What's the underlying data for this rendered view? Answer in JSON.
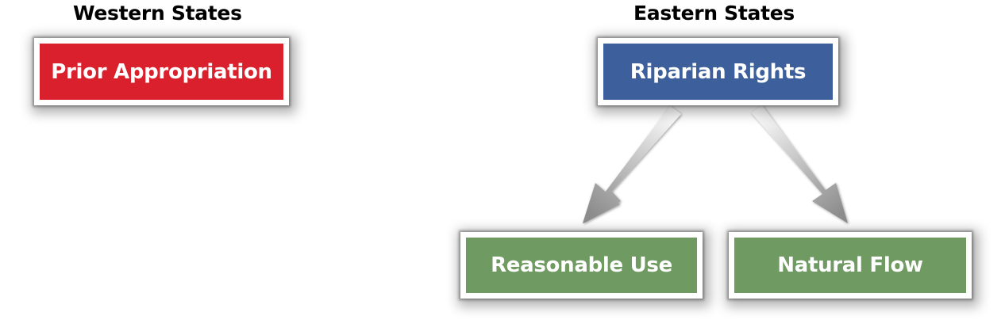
{
  "headings": {
    "western": "Western States",
    "eastern": "Eastern States"
  },
  "nodes": {
    "prior_appropriation": {
      "label": "Prior Appropriation",
      "color": "#d9202c"
    },
    "riparian_rights": {
      "label": "Riparian Rights",
      "color": "#3d5f9b"
    },
    "reasonable_use": {
      "label": "Reasonable Use",
      "color": "#6f9a62"
    },
    "natural_flow": {
      "label": "Natural Flow",
      "color": "#6f9a62"
    }
  },
  "edges": [
    {
      "from": "riparian_rights",
      "to": "reasonable_use"
    },
    {
      "from": "riparian_rights",
      "to": "natural_flow"
    }
  ]
}
